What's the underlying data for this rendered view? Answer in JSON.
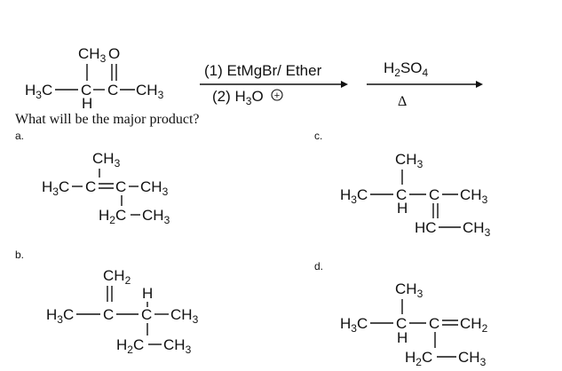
{
  "question": "What will be the major product?",
  "reaction": {
    "step1": "(1) EtMgBr/ Ether",
    "step2_prefix": "(2) H",
    "step2_sub": "3",
    "step2_suffix": "O",
    "charge_symbol": "+",
    "acid_main": "H",
    "acid_sub1": "2",
    "acid_mid": "SO",
    "acid_sub2": "4",
    "heat": "Δ"
  },
  "reactant": {
    "top_ch": "CH",
    "top_ch_sub": "3",
    "o": "O",
    "left": "H",
    "left_sub": "3",
    "left_c": "C",
    "c1": "C",
    "c2": "C",
    "right": "CH",
    "right_sub": "3",
    "h": "H"
  },
  "options": [
    {
      "letter": "a."
    },
    {
      "letter": "b."
    },
    {
      "letter": "c."
    },
    {
      "letter": "d."
    }
  ],
  "a": {
    "ch3": "CH",
    "ch3_sub": "3",
    "left": "H",
    "left_sub": "3",
    "left_c": "C",
    "c1": "C",
    "c2": "C",
    "right": "CH",
    "right_sub": "3",
    "eth_h": "H",
    "eth_sub": "2",
    "eth_c": "C",
    "eth_end": "CH",
    "eth_end_sub": "3"
  },
  "b": {
    "ch2": "CH",
    "ch2_sub": "2",
    "h": "H",
    "left": "H",
    "left_sub": "3",
    "left_c": "C",
    "c1": "C",
    "c2": "C",
    "right": "CH",
    "right_sub": "3",
    "eth_h": "H",
    "eth_sub": "2",
    "eth_c": "C",
    "eth_end": "CH",
    "eth_end_sub": "3"
  },
  "c": {
    "ch3": "CH",
    "ch3_sub": "3",
    "left": "H",
    "left_sub": "3",
    "left_c": "C",
    "c1": "C",
    "c2": "C",
    "right": "CH",
    "right_sub": "3",
    "h": "H",
    "hc": "HC",
    "hc_end": "CH",
    "hc_end_sub": "3"
  },
  "d": {
    "ch3": "CH",
    "ch3_sub": "3",
    "left": "H",
    "left_sub": "3",
    "left_c": "C",
    "c1": "C",
    "c2": "C",
    "right": "CH",
    "right_sub": "2",
    "h": "H",
    "eth_h": "H",
    "eth_sub": "2",
    "eth_c": "C",
    "eth_end": "CH",
    "eth_end_sub": "3"
  }
}
